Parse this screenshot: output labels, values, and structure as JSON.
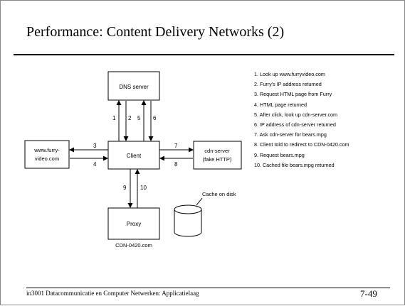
{
  "slide": {
    "title": "Performance: Content Delivery Networks (2)",
    "footer": "in3001 Datacommunicatie en Computer Netwerken: Applicatielaag",
    "page_number": "7-49"
  },
  "diagram": {
    "dns_server": "DNS server",
    "client": "Client",
    "furry_line1": "www.furry-",
    "furry_line2": "video.com",
    "cdn_line1": "cdn-server",
    "cdn_line2": "(fake HTTP)",
    "proxy": "Proxy",
    "proxy_caption": "CDN-0420.com",
    "cache_label": "Cache on disk",
    "arrow_labels": {
      "a1": "1",
      "a2": "2",
      "a3": "3",
      "a4": "4",
      "a5": "5",
      "a6": "6",
      "a7": "7",
      "a8": "8",
      "a9": "9",
      "a10": "10"
    }
  },
  "steps": [
    "1. Look up www.furryvideo.com",
    "2. Furry's IP address returned",
    "3. Request HTML page from Furry",
    "4. HTML page returned",
    "5. After click, look up cdn-server.com",
    "6. IP address of cdn-server returned",
    "7. Ask cdn-server for bears.mpg",
    "8. Client told to redirect to CDN-0420.com",
    "9. Request bears.mpg",
    "10. Cached file bears.mpg returned"
  ]
}
